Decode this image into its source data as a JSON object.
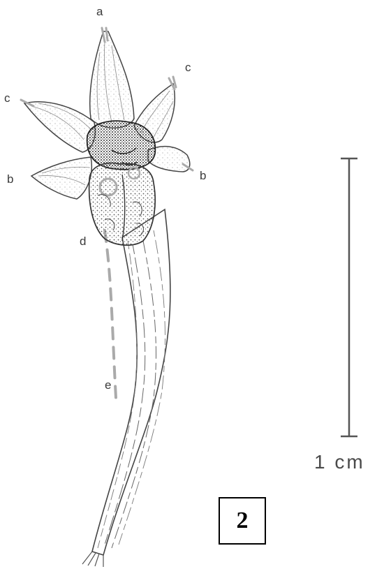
{
  "labels": {
    "a": "a",
    "c_right": "c",
    "c_left": "c",
    "b_left": "b",
    "b_right": "b",
    "d": "d",
    "e": "e"
  },
  "scale_bar": {
    "label": "1 cm"
  },
  "panel": {
    "number": "2"
  }
}
